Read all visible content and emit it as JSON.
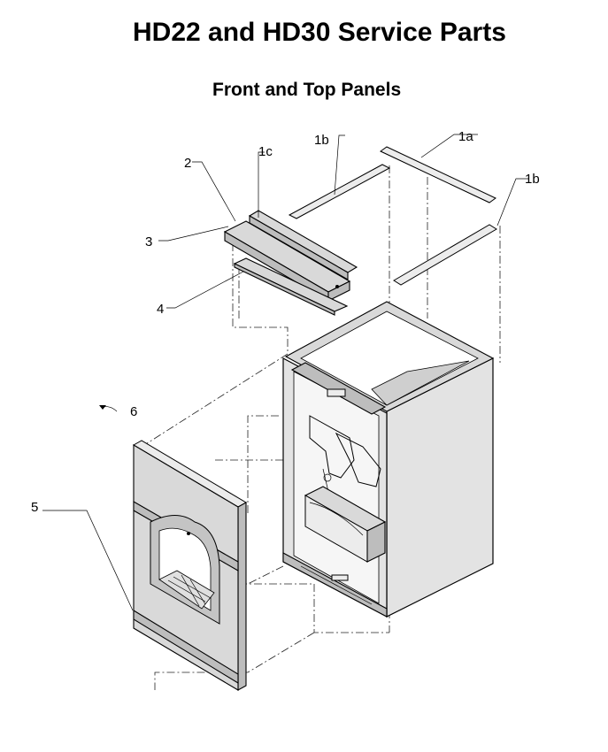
{
  "header": {
    "title": "HD22 and HD30 Service Parts",
    "subtitle": "Front and Top Panels"
  },
  "callouts": [
    {
      "id": "1a",
      "label": "1a"
    },
    {
      "id": "1b-top",
      "label": "1b"
    },
    {
      "id": "1b-right",
      "label": "1b"
    },
    {
      "id": "1c",
      "label": "1c"
    },
    {
      "id": "2",
      "label": "2"
    },
    {
      "id": "3",
      "label": "3"
    },
    {
      "id": "4",
      "label": "4"
    },
    {
      "id": "5",
      "label": "5"
    },
    {
      "id": "6",
      "label": "6"
    }
  ]
}
